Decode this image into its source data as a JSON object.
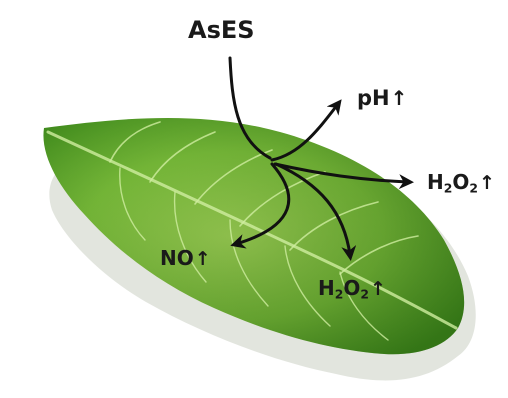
{
  "labels": {
    "source": "AsES",
    "ph": {
      "text": "pH",
      "arrow": "↑"
    },
    "h2o2_right": {
      "h": "H",
      "sub2a": "2",
      "o": "O",
      "sub2b": "2",
      "arrow": "↑"
    },
    "no": {
      "text": "NO",
      "arrow": "↑"
    },
    "h2o2_bottom": {
      "h": "H",
      "sub2a": "2",
      "o": "O",
      "sub2b": "2",
      "arrow": "↑"
    }
  },
  "colors": {
    "leaf_light": "#8fd04a",
    "leaf_dark": "#3f8a1c",
    "vein": "#c9ec9a",
    "arrow": "#111111"
  }
}
